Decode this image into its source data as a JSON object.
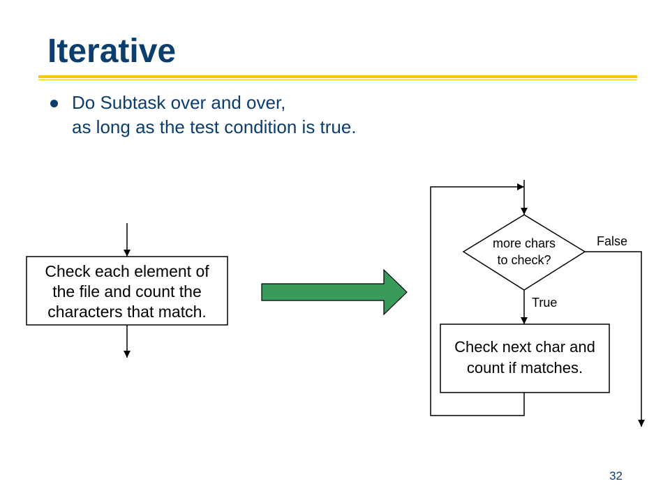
{
  "slide": {
    "title": "Iterative",
    "bullet": {
      "line1": "Do Subtask over and over,",
      "line2": "as long as the test condition is true."
    },
    "page_number": "32"
  },
  "diagram": {
    "task_box": {
      "lines": [
        "Check each element of",
        "the file and count the",
        "characters that match."
      ]
    },
    "decision": {
      "lines": [
        "more chars",
        "to check?"
      ]
    },
    "false_label": "False",
    "true_label": "True",
    "subtask_box": {
      "lines": [
        "Check next char and",
        "count if matches."
      ]
    },
    "colors": {
      "arrow_fill": "#3a9a5b",
      "title": "#0b3d6e",
      "rule": "#f5c60c"
    }
  }
}
